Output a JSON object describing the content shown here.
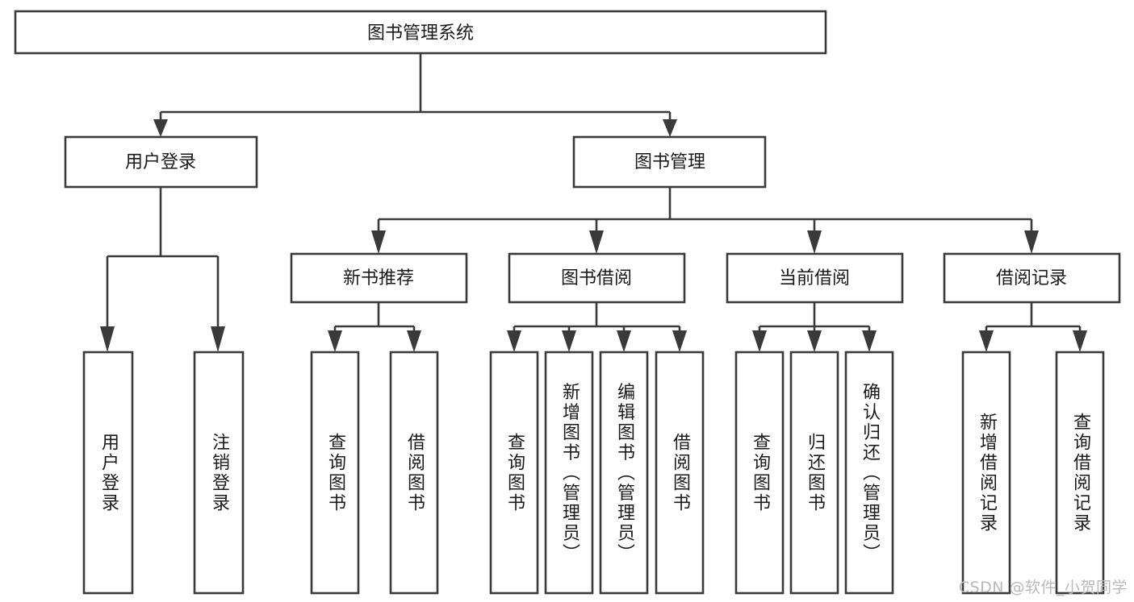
{
  "diagram": {
    "title": "图书管理系统",
    "watermark": "CSDN @软件_小贺同学",
    "root": {
      "id": "root",
      "label": "图书管理系统"
    },
    "level2": [
      {
        "id": "user-login",
        "label": "用户登录"
      },
      {
        "id": "book-management",
        "label": "图书管理"
      }
    ],
    "level3": [
      {
        "id": "new-book-recommend",
        "label": "新书推荐"
      },
      {
        "id": "book-borrow",
        "label": "图书借阅"
      },
      {
        "id": "current-borrow",
        "label": "当前借阅"
      },
      {
        "id": "borrow-record",
        "label": "借阅记录"
      }
    ],
    "leaves": {
      "user-login": [
        {
          "id": "leaf-user-login",
          "label": "用户登录"
        },
        {
          "id": "leaf-logout-login",
          "label": "注销登录"
        }
      ],
      "new-book-recommend": [
        {
          "id": "leaf-query-book-1",
          "label": "查询图书"
        },
        {
          "id": "leaf-borrow-book-1",
          "label": "借阅图书"
        }
      ],
      "book-borrow": [
        {
          "id": "leaf-query-book-2",
          "label": "查询图书"
        },
        {
          "id": "leaf-add-book",
          "label": "新增图书（管理员）"
        },
        {
          "id": "leaf-edit-book",
          "label": "编辑图书（管理员）"
        },
        {
          "id": "leaf-borrow-book-2",
          "label": "借阅图书"
        }
      ],
      "current-borrow": [
        {
          "id": "leaf-query-book-3",
          "label": "查询图书"
        },
        {
          "id": "leaf-return-book",
          "label": "归还图书"
        },
        {
          "id": "leaf-confirm-return",
          "label": "确认归还（管理员）"
        }
      ],
      "borrow-record": [
        {
          "id": "leaf-add-record",
          "label": "新增借阅记录"
        },
        {
          "id": "leaf-query-record",
          "label": "查询借阅记录"
        }
      ]
    },
    "colors": {
      "stroke": "#3a3a3a",
      "fill": "#ffffff",
      "text": "#1a1a1a",
      "watermark": "#b9b9b9"
    }
  }
}
